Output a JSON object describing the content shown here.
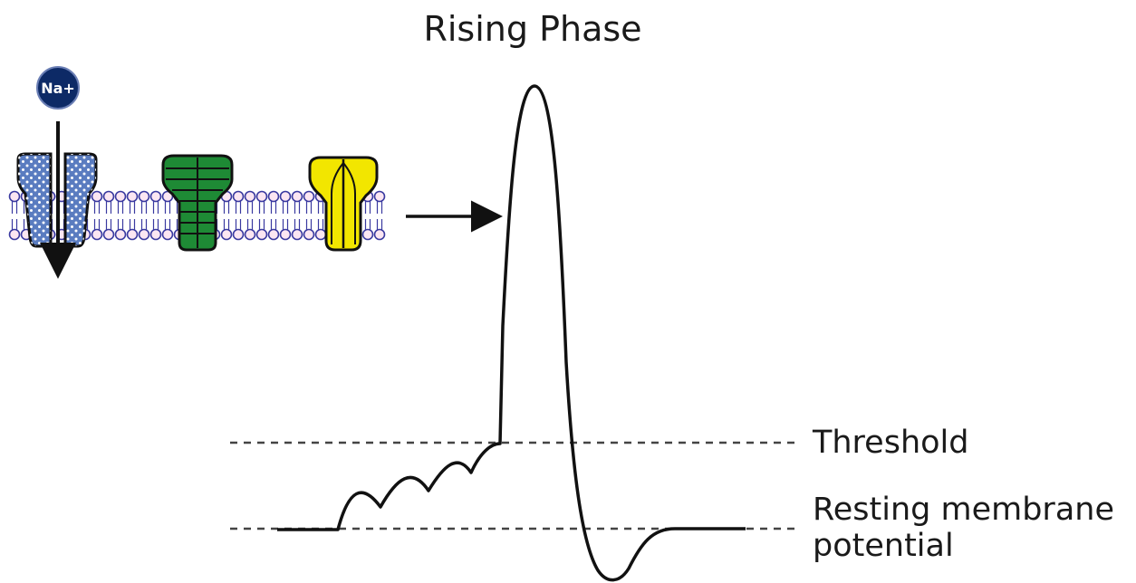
{
  "title": "Rising Phase",
  "ion_label": "Na+",
  "levels": {
    "threshold_label": "Threshold",
    "resting_label_line1": "Resting membrane",
    "resting_label_line2": "potential"
  },
  "colors": {
    "ion": "#0d2a66",
    "sodium_channel": "#5a7cc0",
    "potassium_channel": "#1e8a35",
    "leak_channel": "#f2e600",
    "lipid_head_fill": "#fbe6f2",
    "lipid_head_stroke": "#3a3aa0",
    "trace": "#111111"
  },
  "channels": [
    {
      "name": "sodium-channel",
      "state": "open"
    },
    {
      "name": "potassium-channel",
      "state": "closed"
    },
    {
      "name": "leak-channel",
      "state": "closed"
    }
  ]
}
